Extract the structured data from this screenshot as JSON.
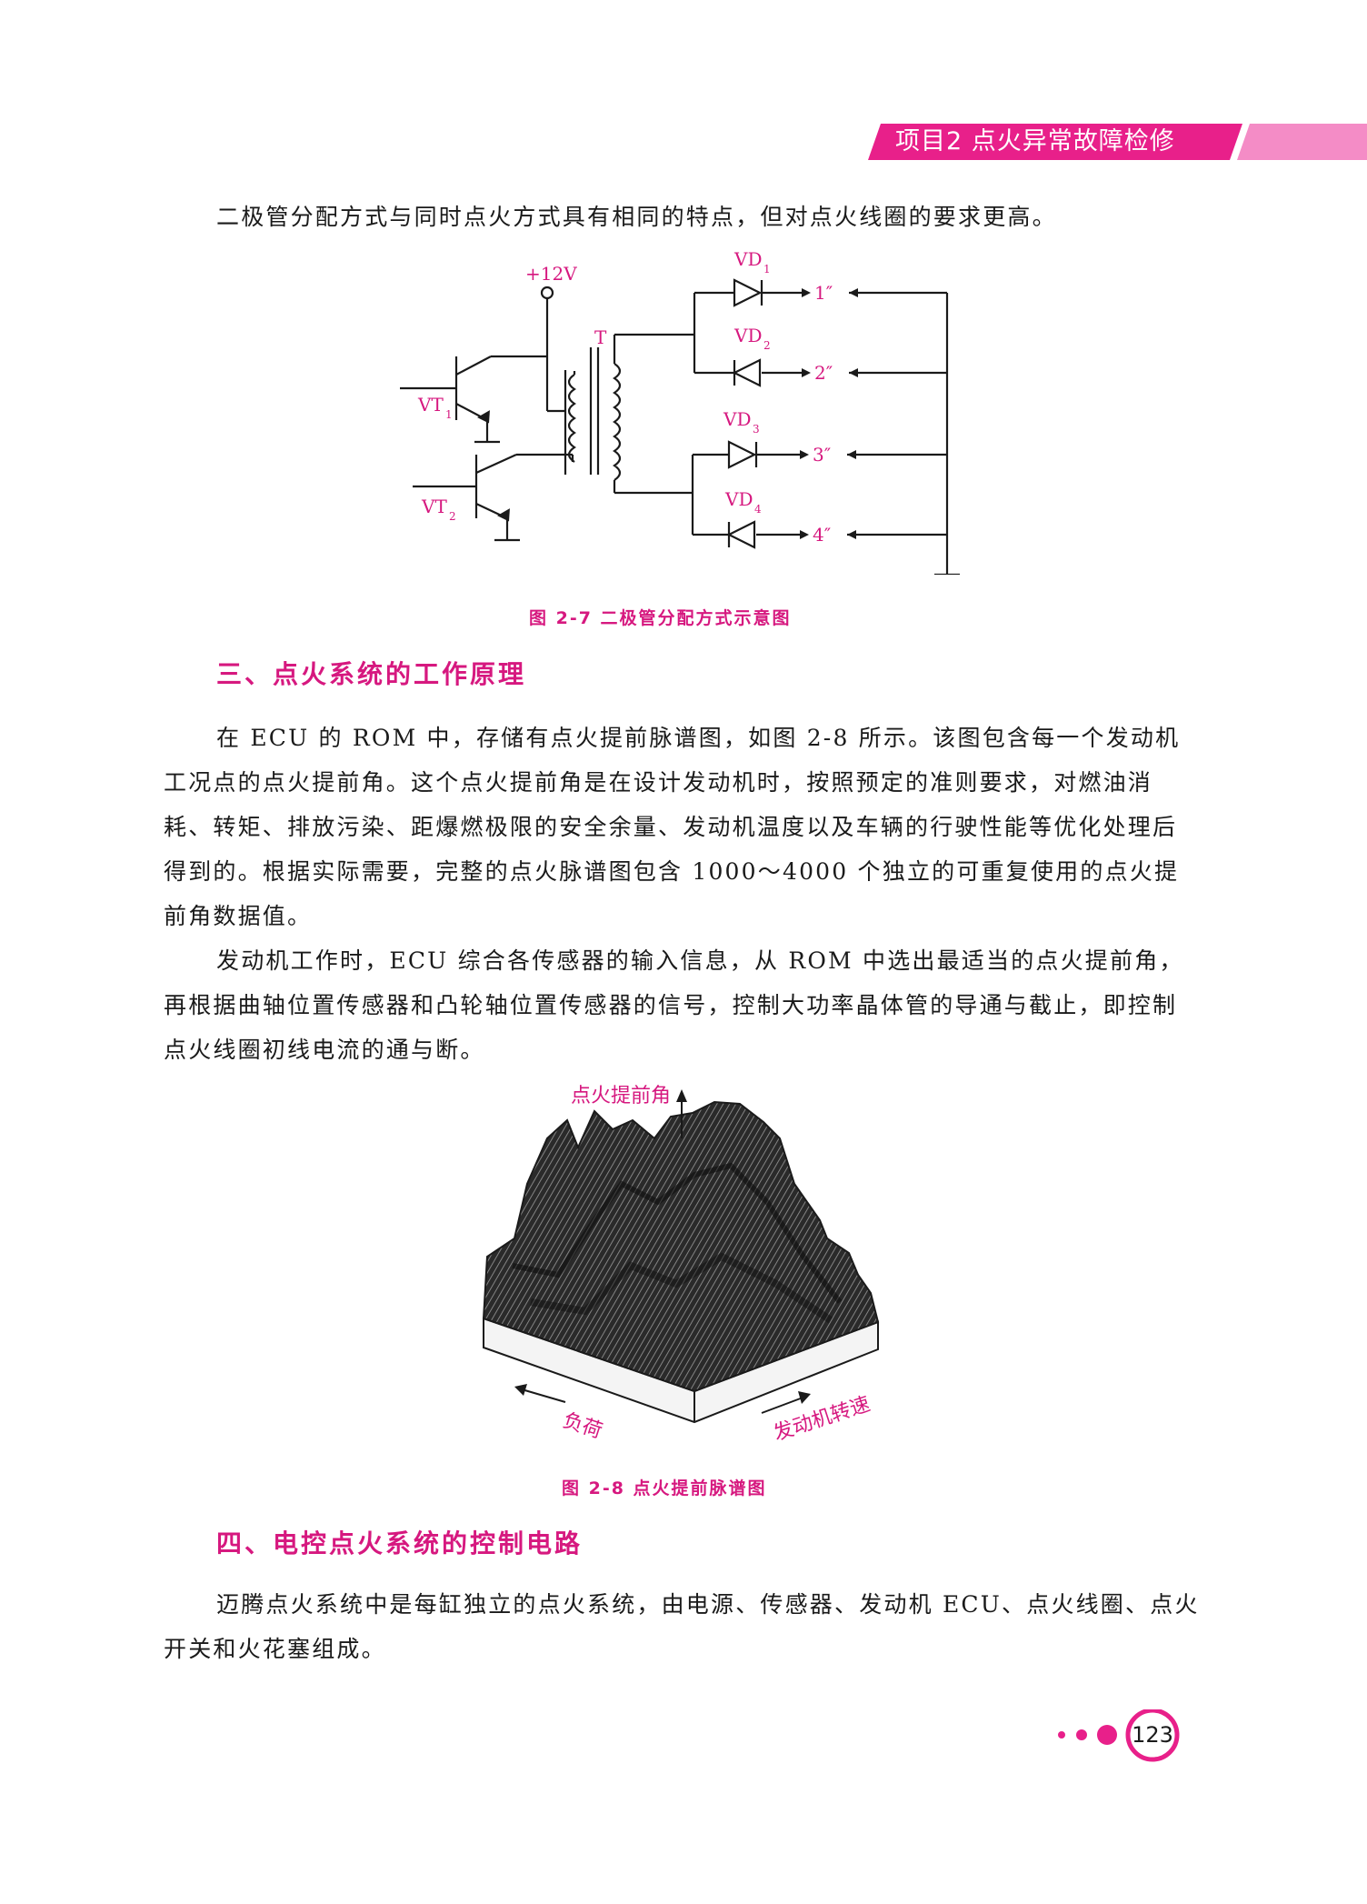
{
  "header": {
    "title": "项目2   点火异常故障检修"
  },
  "intro_line": "二极管分配方式与同时点火方式具有相同的特点，但对点火线圈的要求更高。",
  "figure1": {
    "labels": {
      "supply": "+12V",
      "transformer": "T",
      "vt1": "VT",
      "vt1_sub": "1",
      "vt2": "VT",
      "vt2_sub": "2",
      "vd1": "VD",
      "vd1_sub": "1",
      "vd2": "VD",
      "vd2_sub": "2",
      "vd3": "VD",
      "vd3_sub": "3",
      "vd4": "VD",
      "vd4_sub": "4",
      "out1": "1″",
      "out2": "2″",
      "out3": "3″",
      "out4": "4″"
    },
    "caption": "图 2-7   二极管分配方式示意图"
  },
  "section3": {
    "title": "三、点火系统的工作原理",
    "para1": "在 ECU 的 ROM 中，存储有点火提前脉谱图，如图 2-8 所示。该图包含每一个发动机工况点的点火提前角。这个点火提前角是在设计发动机时，按照预定的准则要求，对燃油消耗、转矩、排放污染、距爆燃极限的安全余量、发动机温度以及车辆的行驶性能等优化处理后得到的。根据实际需要，完整的点火脉谱图包含 1000～4000 个独立的可重复使用的点火提前角数据值。",
    "para2": "发动机工作时，ECU 综合各传感器的输入信息，从 ROM 中选出最适当的点火提前角，再根据曲轴位置传感器和凸轮轴位置传感器的信号，控制大功率晶体管的导通与截止，即控制点火线圈初线电流的通与断。"
  },
  "figure2": {
    "labels": {
      "z_axis": "点火提前角",
      "load_axis": "负荷",
      "speed_axis": "发动机转速"
    },
    "caption": "图 2-8   点火提前脉谱图"
  },
  "section4": {
    "title": "四、电控点火系统的控制电路",
    "para1": "迈腾点火系统中是每缸独立的点火系统，由电源、传感器、发动机 ECU、点火线圈、点火开关和火花塞组成。"
  },
  "page_number": "123",
  "colors": {
    "accent": "#d6187f",
    "accent_light": "#f28cc4",
    "text": "#1a1a1a"
  }
}
